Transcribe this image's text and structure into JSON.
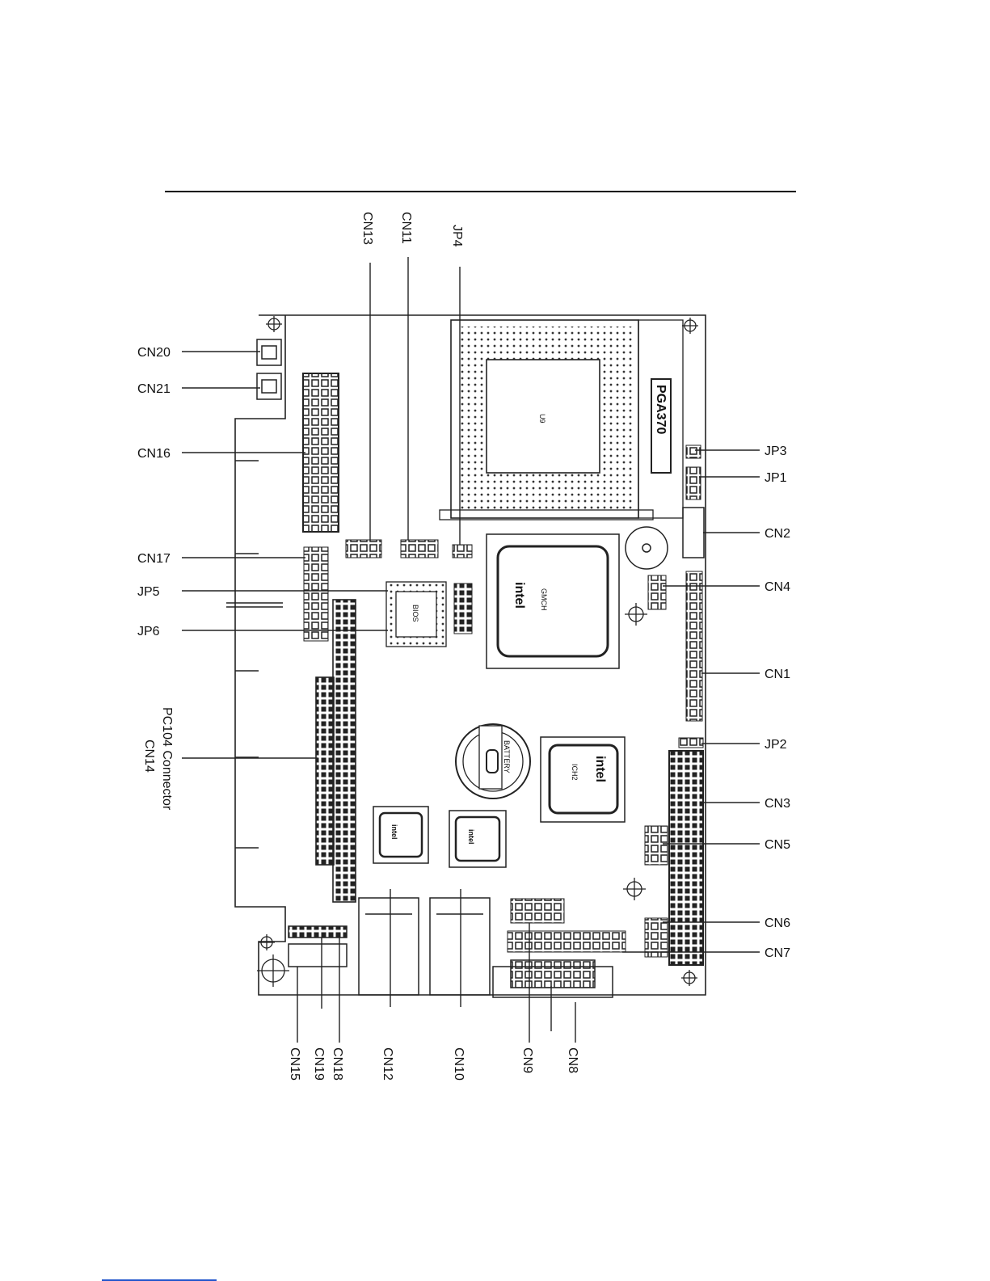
{
  "labels": {
    "cn13": "CN13",
    "cn11": "CN11",
    "jp4": "JP4",
    "cn20": "CN20",
    "cn21": "CN21",
    "cn16": "CN16",
    "cn17": "CN17",
    "jp5": "JP5",
    "jp6": "JP6",
    "pc104_connector": "PC104 Connector",
    "cn14": "CN14",
    "jp3": "JP3",
    "jp1": "JP1",
    "cn2": "CN2",
    "cn4": "CN4",
    "cn1": "CN1",
    "jp2": "JP2",
    "cn3": "CN3",
    "cn5": "CN5",
    "cn6": "CN6",
    "cn7": "CN7",
    "cn15": "CN15",
    "cn19": "CN19",
    "cn18": "CN18",
    "cn12": "CN12",
    "cn10": "CN10",
    "cn9": "CN9",
    "cn8": "CN8"
  },
  "chips": {
    "cpu_socket": "PGA370",
    "cpu_core": "U9",
    "gmch": "GMCH",
    "ich2": "ICH2",
    "intel": "intel",
    "bios": "BIOS",
    "battery": "BATTERY"
  }
}
